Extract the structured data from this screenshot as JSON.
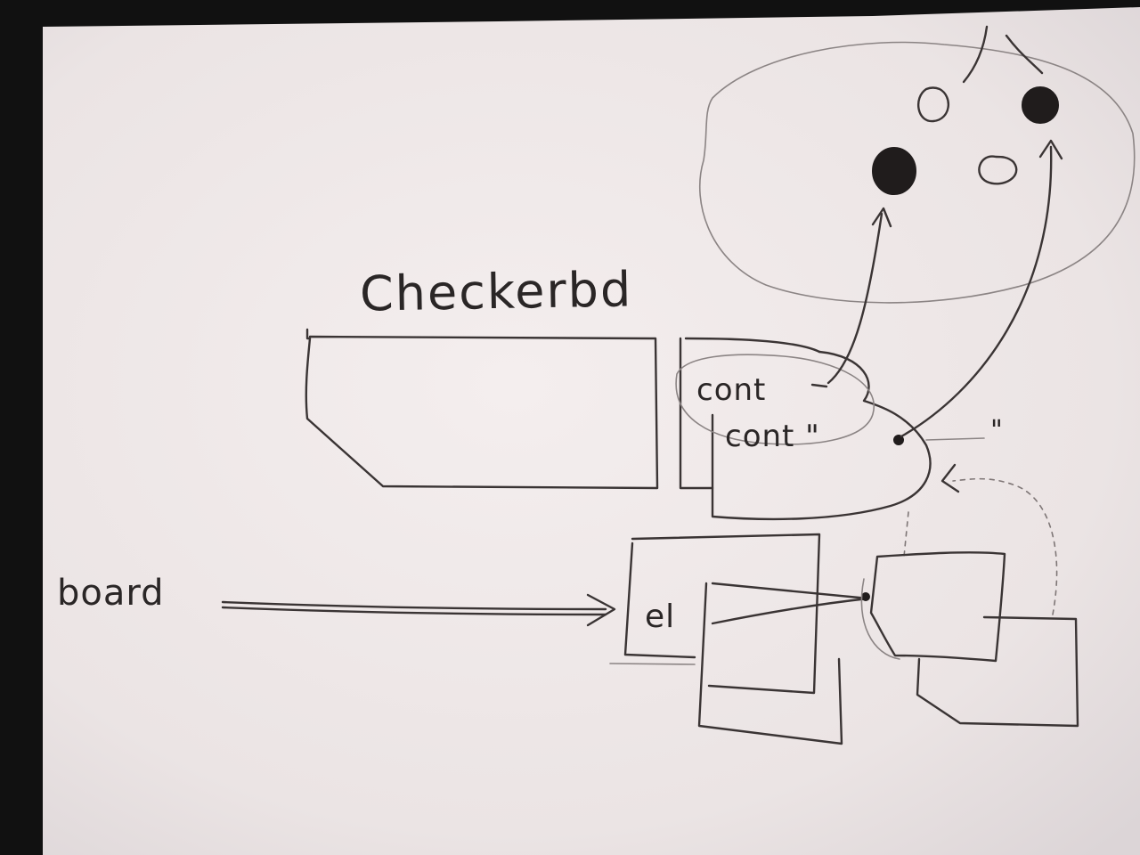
{
  "labels": {
    "title": "Checkerbd",
    "board": "board",
    "cont_top": "cont",
    "cont_bottom": "cont \"",
    "el": "el",
    "ditto": "\""
  },
  "colors": {
    "whiteboard": "#efe9e8",
    "frame": "#111111",
    "ink": "#3a3434",
    "faint_ink": "#8b8484"
  }
}
